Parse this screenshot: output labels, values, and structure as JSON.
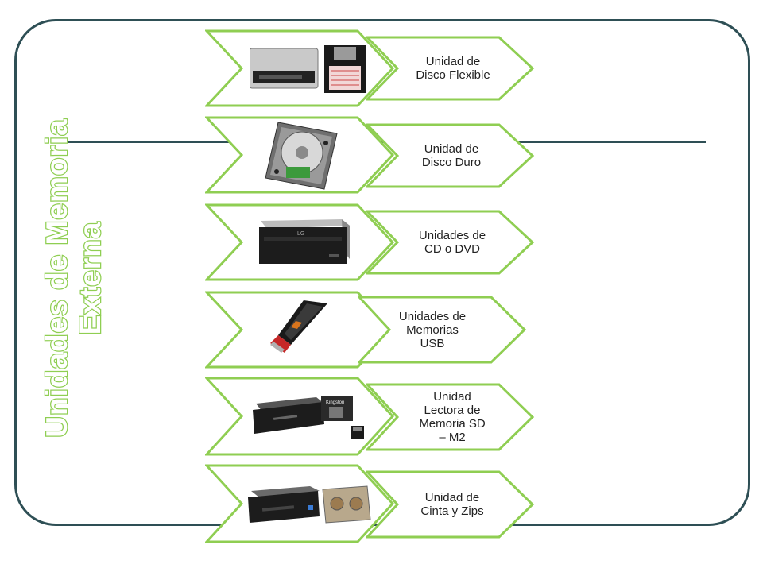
{
  "title": {
    "line1": "Unidades de Memoria",
    "line2": "Externa"
  },
  "colors": {
    "frame": "#2e4f55",
    "chevron_border": "#8fce52",
    "title_outline": "#8fce52"
  },
  "items": [
    {
      "label": "Unidad de\nDisco Flexible",
      "icon": "floppy-drive-and-disk-icon"
    },
    {
      "label": "Unidad de\nDisco Duro",
      "icon": "hard-drive-icon"
    },
    {
      "label": "Unidades de\nCD o DVD",
      "icon": "dvd-drive-icon",
      "brand": "LG"
    },
    {
      "label": "Unidades de\nMemorias\nUSB",
      "icon": "usb-drive-icon"
    },
    {
      "label": "Unidad\nLectora  de\nMemoria SD\n– M2",
      "icon": "card-reader-icon",
      "brand": "Kingston"
    },
    {
      "label": "Unidad  de\nCinta y Zips",
      "icon": "tape-and-zip-drive-icon"
    }
  ]
}
